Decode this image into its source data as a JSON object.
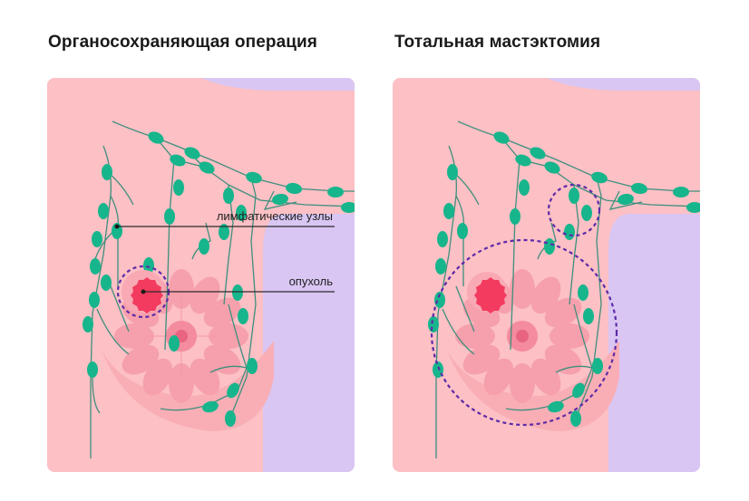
{
  "panels": [
    {
      "title": "Органосохраняющая операция",
      "labels": {
        "lymph_nodes": "лимфатические узлы",
        "tumor": "опухоль"
      }
    },
    {
      "title": "Тотальная мастэктомия"
    }
  ],
  "colors": {
    "background_pink": "#fcc0c5",
    "body_lavender": "#d9c6f3",
    "breast_shade": "#f9aeb6",
    "lobule_pink": "#f6a0ad",
    "areola": "#f48b9e",
    "nipple": "#e86480",
    "tumor": "#f23b5e",
    "lymph_node": "#17b58c",
    "lymph_vessel": "#3f8f7c",
    "dashed_outline": "#5d2aa8",
    "leader_line": "#2b2b2b"
  }
}
